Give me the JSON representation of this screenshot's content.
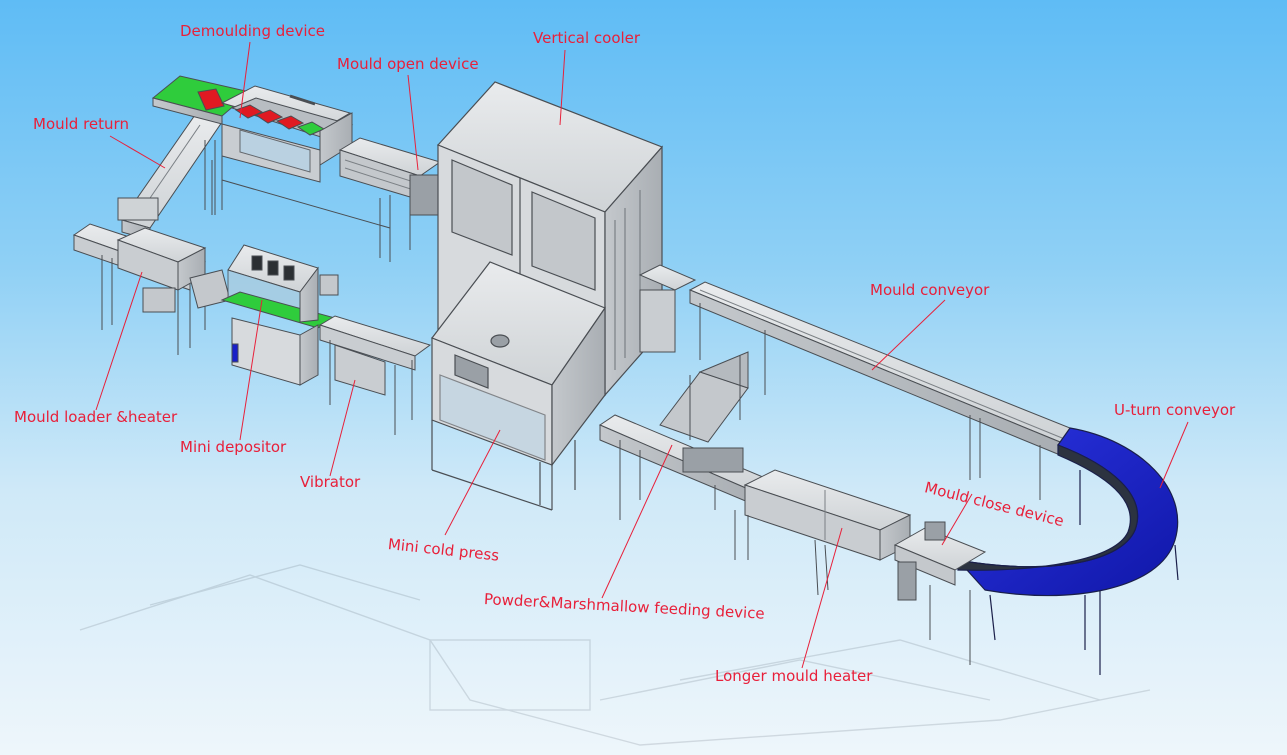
{
  "labels": {
    "demoulding_device": "Demoulding device",
    "mould_open_device": "Mould open device",
    "vertical_cooler": "Vertical cooler",
    "mould_return": "Mould return",
    "mould_conveyor": "Mould conveyor",
    "u_turn_conveyor": "U-turn conveyor",
    "mould_loader_heater": "Mould loader &heater",
    "mini_depositor": "Mini depositor",
    "vibrator": "Vibrator",
    "mini_cold_press": "Mini cold press",
    "mould_close_device": "Mould close device",
    "powder_marshmallow_feeding": "Powder&Marshmallow  feeding device",
    "longer_mould_heater": "Longer mould heater"
  },
  "colors": {
    "label_text": "#e8203a",
    "leader_line": "#e8203a",
    "machine_body": "#d7dadd",
    "machine_edge": "#4a4e53",
    "u_turn_belt": "#1820c8",
    "green_belt": "#2fcc3c",
    "red_block": "#e01a22"
  }
}
